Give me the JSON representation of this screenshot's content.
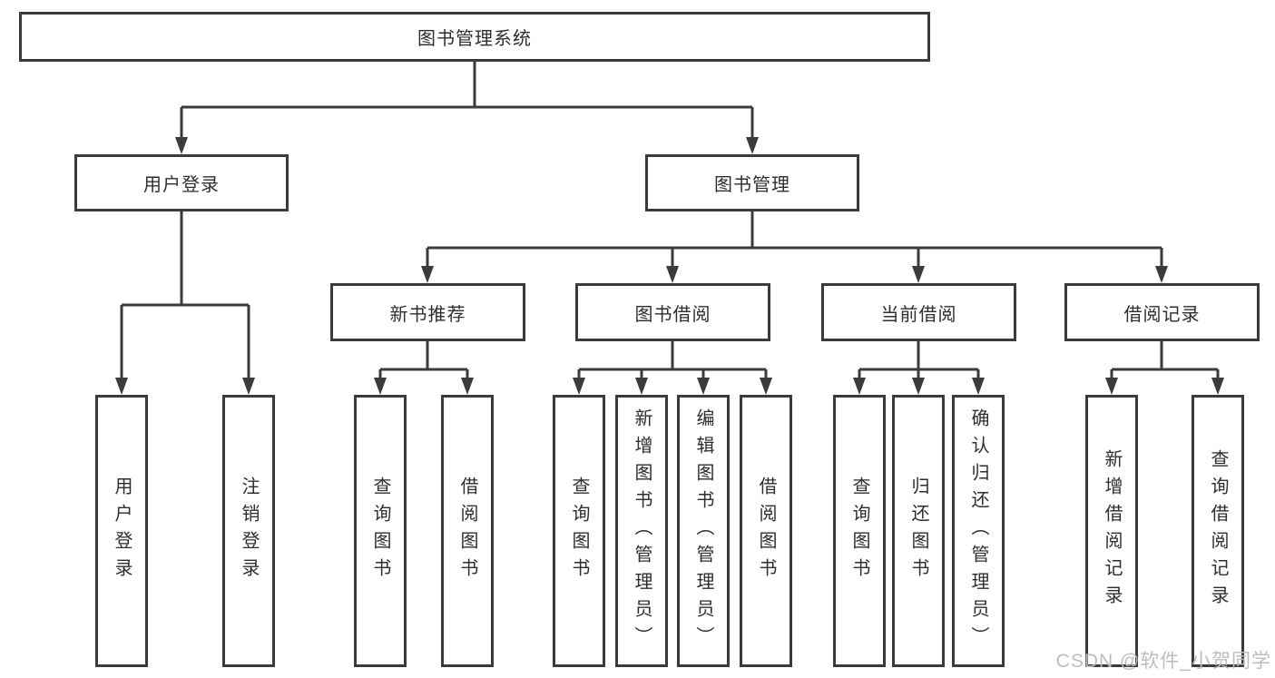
{
  "tree": {
    "root": "图书管理系统",
    "branches": [
      {
        "label": "用户登录",
        "children": [
          "用户登录",
          "注销登录"
        ]
      },
      {
        "label": "图书管理",
        "groups": [
          {
            "label": "新书推荐",
            "children": [
              "查询图书",
              "借阅图书"
            ]
          },
          {
            "label": "图书借阅",
            "children": [
              "查询图书",
              "新增图书（管理员）",
              "编辑图书（管理员）",
              "借阅图书"
            ]
          },
          {
            "label": "当前借阅",
            "children": [
              "查询图书",
              "归还图书",
              "确认归还（管理员）"
            ]
          },
          {
            "label": "借阅记录",
            "children": [
              "新增借阅记录",
              "查询借阅记录"
            ]
          }
        ]
      }
    ]
  },
  "watermark": "CSDN @软件_小贺同学",
  "colors": {
    "line": "#3b3b3b",
    "box_border": "#3b3b3b",
    "box_fill": "#ffffff",
    "text": "#2e2e2e",
    "background": "#ffffff",
    "watermark_text": "#bdbdbd"
  }
}
